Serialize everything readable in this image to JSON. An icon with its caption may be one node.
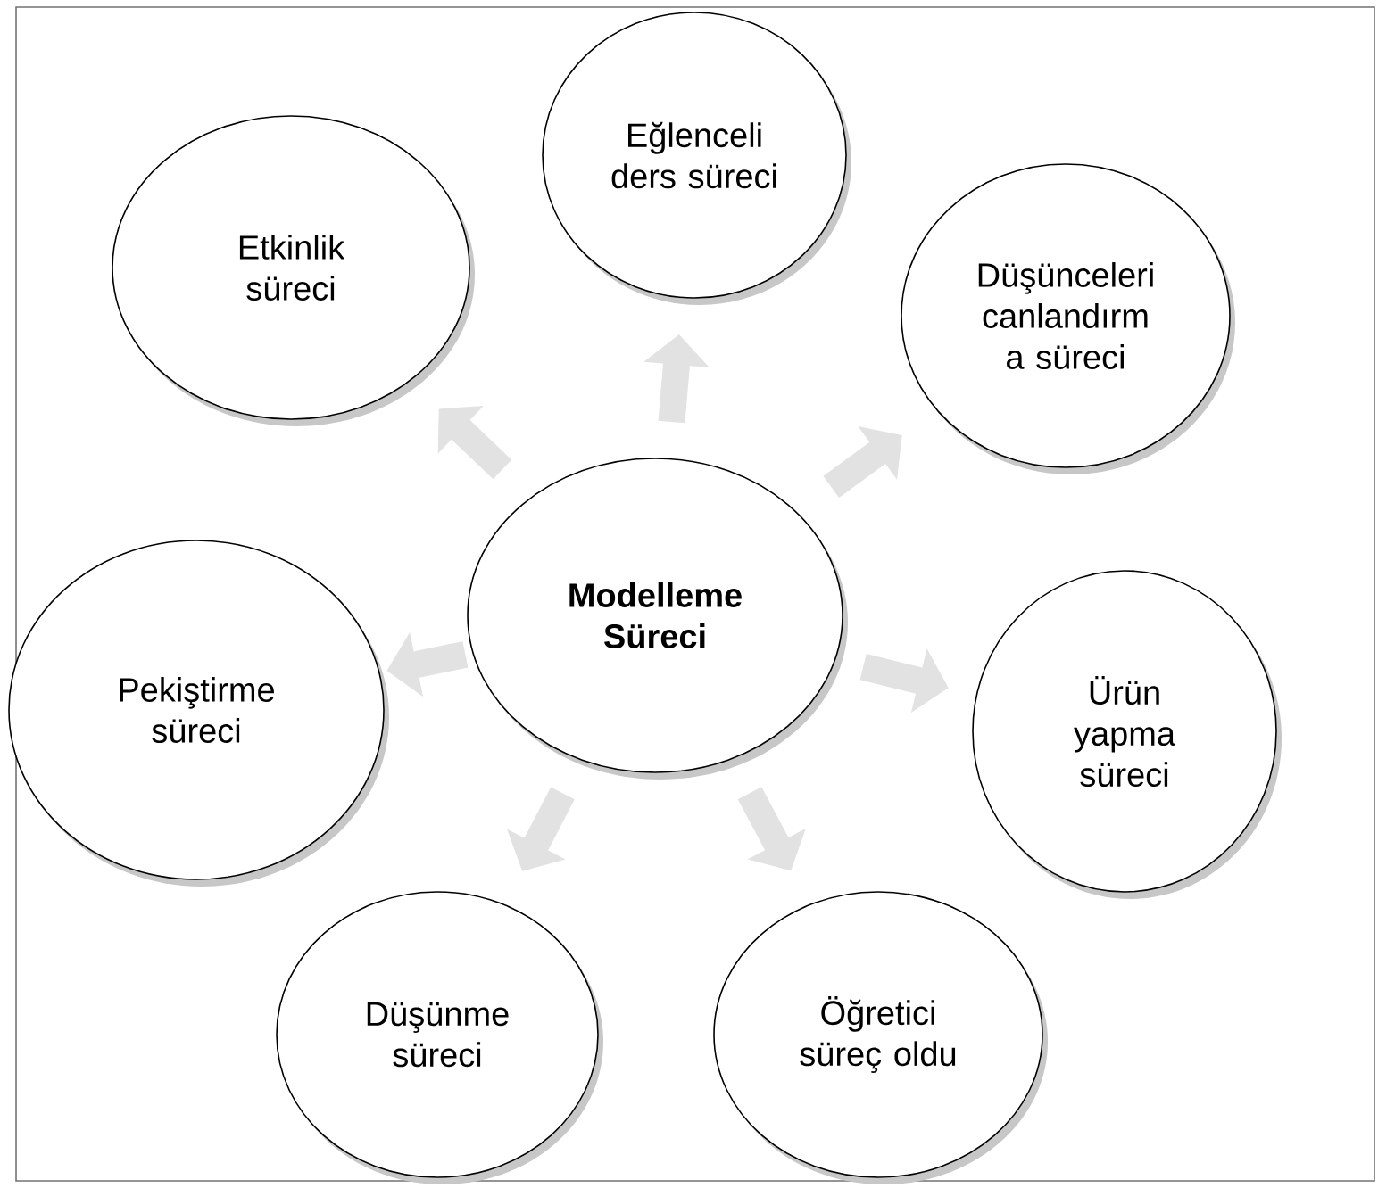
{
  "diagram": {
    "nodes": [
      {
        "text": [
          "Modelleme Süreci"
        ]
      },
      {
        "text": [
          "Etkinlik süreci"
        ]
      },
      {
        "text": [
          "Eğlenceli ders süreci"
        ]
      },
      {
        "text": [
          "Düşünceleri canlandırm a süreci"
        ]
      },
      {
        "text": [
          "Pekiştirme süreci"
        ]
      },
      {
        "text": [
          "Ürün yapma süreci"
        ]
      },
      {
        "text": [
          "Düşünme süreci"
        ]
      },
      {
        "text": [
          "Öğretici süreç oldu"
        ]
      }
    ],
    "edges": [
      {
        "from": 0,
        "to": 1,
        "arrow": "to"
      },
      {
        "from": 0,
        "to": 2,
        "arrow": "to"
      },
      {
        "from": 0,
        "to": 3,
        "arrow": "to"
      },
      {
        "from": 0,
        "to": 4,
        "arrow": "to"
      },
      {
        "from": 0,
        "to": 5,
        "arrow": "to"
      },
      {
        "from": 0,
        "to": 6,
        "arrow": "to"
      },
      {
        "from": 0,
        "to": 7,
        "arrow": "to"
      }
    ]
  }
}
